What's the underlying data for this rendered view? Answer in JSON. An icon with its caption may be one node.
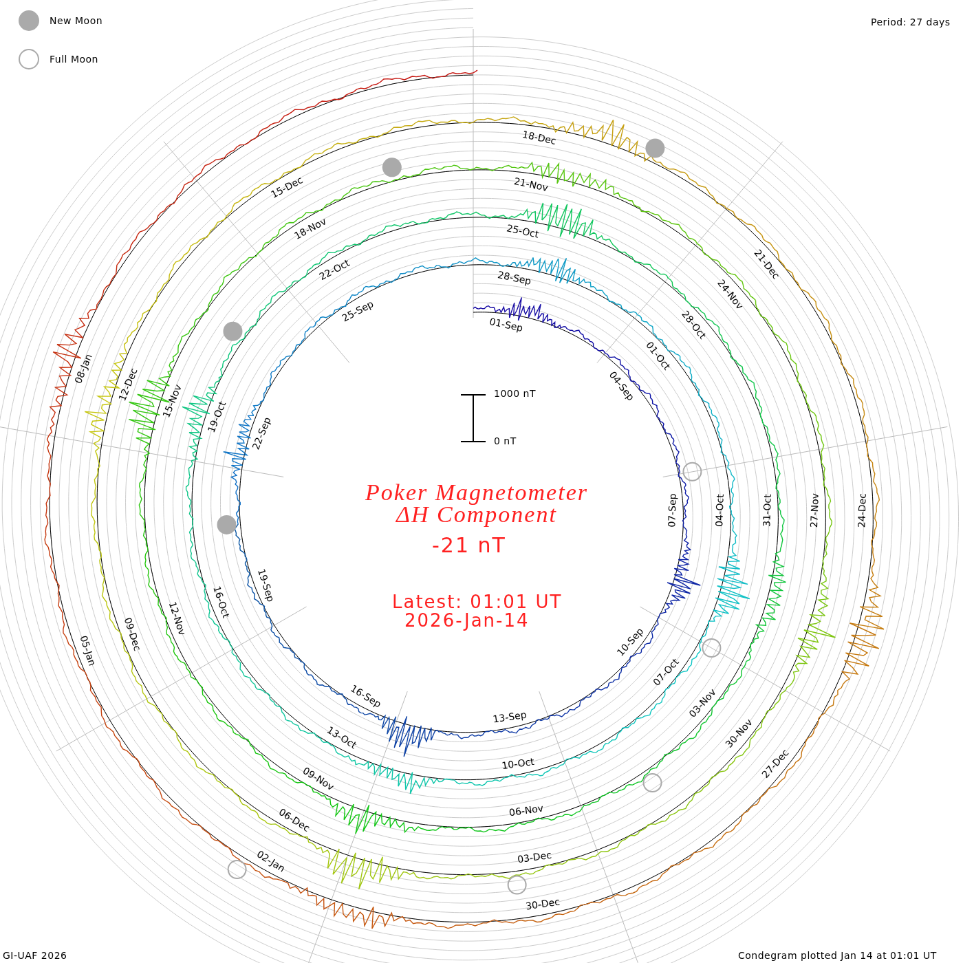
{
  "diagram": {
    "title": "Poker Magnetometer ΔH Component",
    "labels": [
      "Period: 27 days",
      "1000 nT",
      "0 nT",
      "-21 nT",
      "Latest: 01:01 UT",
      "2026-Jan-14",
      "01-Sep",
      "04-Sep",
      "07-Sep",
      "10-Sep",
      "13-Sep",
      "16-Sep",
      "19-Sep",
      "22-Sep",
      "25-Sep",
      "28-Sep",
      "01-Oct",
      "04-Oct",
      "07-Oct",
      "10-Oct",
      "13-Oct",
      "16-Oct",
      "19-Oct",
      "22-Oct",
      "25-Oct",
      "28-Oct",
      "31-Oct",
      "03-Nov",
      "06-Nov",
      "09-Nov",
      "12-Nov",
      "15-Nov",
      "18-Nov",
      "21-Nov",
      "24-Nov",
      "27-Nov",
      "30-Nov",
      "03-Dec",
      "06-Dec",
      "09-Dec",
      "12-Dec",
      "15-Dec",
      "18-Dec",
      "21-Dec",
      "24-Dec",
      "27-Dec",
      "30-Dec",
      "02-Jan",
      "05-Jan",
      "08-Jan",
      "GI-UAF 2026",
      "Condegram plotted Jan 14 at 01:01 UT"
    ],
    "legend": [
      {
        "text": "New Moon",
        "color": "#aaaaaa"
      },
      {
        "text": "Full Moon"
      }
    ]
  }
}
